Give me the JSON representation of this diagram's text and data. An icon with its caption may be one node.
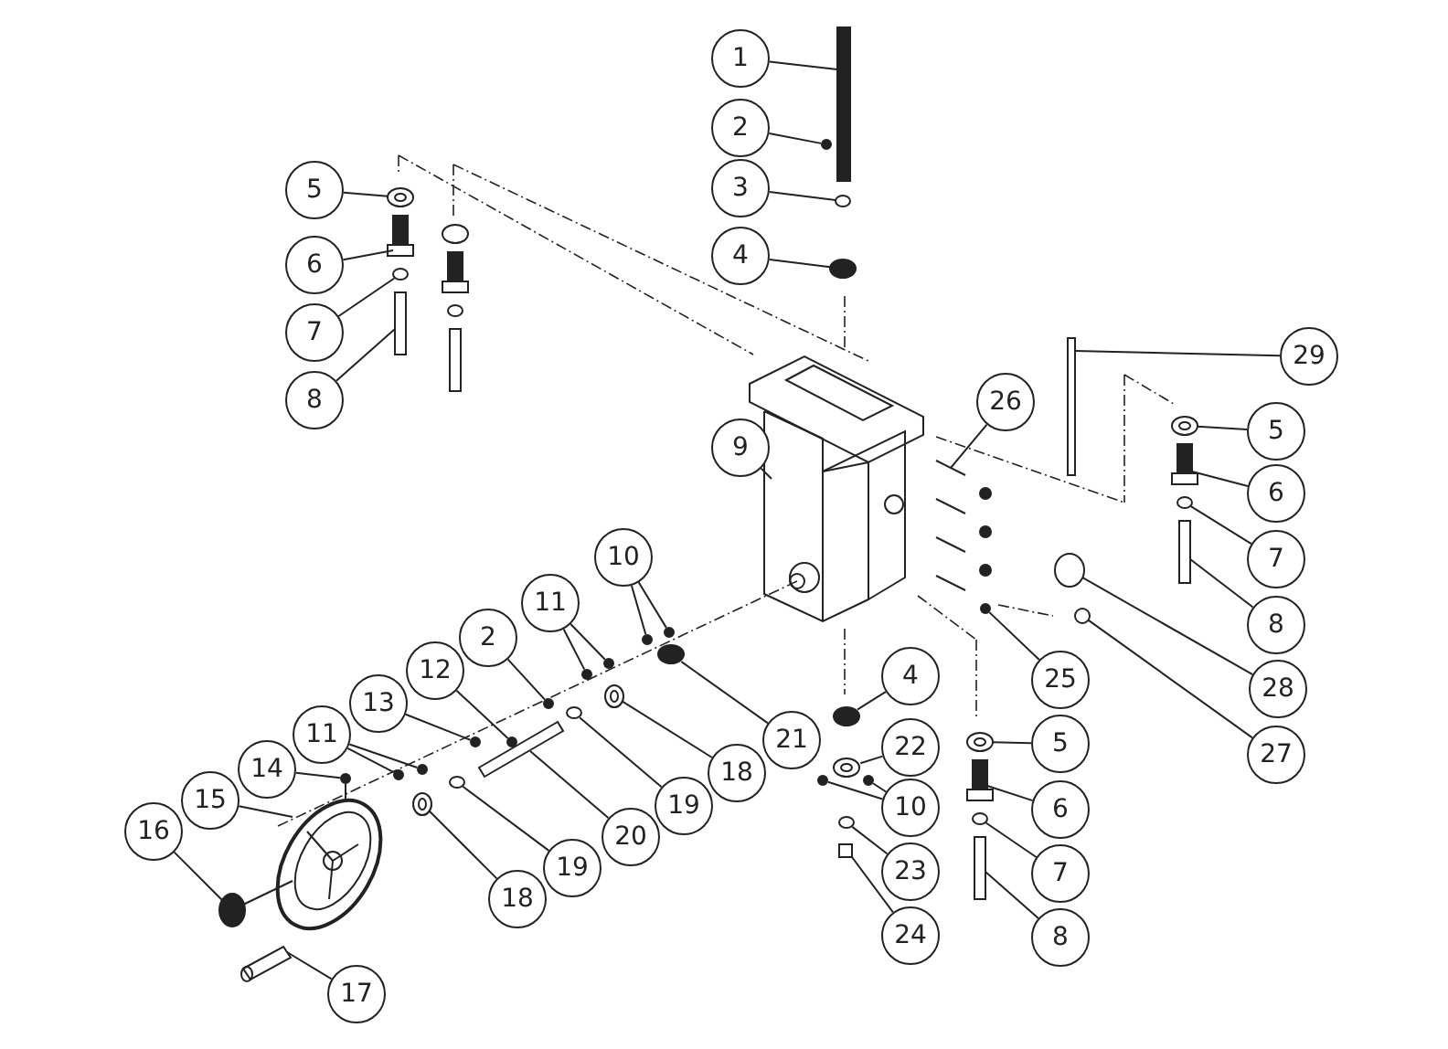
{
  "diagram": {
    "nodes": [
      {
        "text": [
          "1"
        ]
      },
      {
        "text": [
          "2"
        ]
      },
      {
        "text": [
          "3"
        ]
      },
      {
        "text": [
          "4"
        ]
      },
      {
        "text": [
          "5"
        ]
      },
      {
        "text": [
          "6"
        ]
      },
      {
        "text": [
          "7"
        ]
      },
      {
        "text": [
          "8"
        ]
      },
      {
        "text": [
          "9"
        ]
      },
      {
        "text": [
          "29"
        ]
      },
      {
        "text": [
          "26"
        ]
      },
      {
        "text": [
          "5"
        ]
      },
      {
        "text": [
          "6"
        ]
      },
      {
        "text": [
          "7"
        ]
      },
      {
        "text": [
          "8"
        ]
      },
      {
        "text": [
          "10"
        ]
      },
      {
        "text": [
          "11"
        ]
      },
      {
        "text": [
          "2"
        ]
      },
      {
        "text": [
          "12"
        ]
      },
      {
        "text": [
          "13"
        ]
      },
      {
        "text": [
          "11"
        ]
      },
      {
        "text": [
          "14"
        ]
      },
      {
        "text": [
          "15"
        ]
      },
      {
        "text": [
          "16"
        ]
      },
      {
        "text": [
          "17"
        ]
      },
      {
        "text": [
          "21"
        ]
      },
      {
        "text": [
          "18"
        ]
      },
      {
        "text": [
          "19"
        ]
      },
      {
        "text": [
          "20"
        ]
      },
      {
        "text": [
          "18"
        ]
      },
      {
        "text": [
          "19"
        ]
      },
      {
        "text": [
          "4"
        ]
      },
      {
        "text": [
          "22"
        ]
      },
      {
        "text": [
          "10"
        ]
      },
      {
        "text": [
          "5"
        ]
      },
      {
        "text": [
          "6"
        ]
      },
      {
        "text": [
          "23"
        ]
      },
      {
        "text": [
          "7"
        ]
      },
      {
        "text": [
          "24"
        ]
      },
      {
        "text": [
          "8"
        ]
      },
      {
        "text": [
          "25"
        ]
      },
      {
        "text": [
          "28"
        ]
      },
      {
        "text": [
          "27"
        ]
      },
      {
        "text": [],
        "shape": "bar"
      },
      {
        "text": [],
        "shape": "circle"
      },
      {
        "text": [],
        "shape": "circle"
      },
      {
        "text": [],
        "shape": "circle"
      },
      {
        "text": [],
        "shape": "picture"
      },
      {
        "text": [],
        "shape": "picture"
      },
      {
        "text": [],
        "shape": "circle"
      },
      {
        "text": [],
        "shape": "bar"
      },
      {
        "text": [],
        "shape": "picture"
      },
      {
        "text": [],
        "shape": "bar"
      },
      {
        "text": [],
        "shape": "picture"
      },
      {
        "text": [],
        "shape": "picture"
      },
      {
        "text": [],
        "shape": "picture"
      },
      {
        "text": [],
        "shape": "circle"
      },
      {
        "text": [],
        "shape": "bar"
      },
      {
        "text": [],
        "shape": "circle"
      },
      {
        "text": [],
        "shape": "circle"
      },
      {
        "text": [],
        "shape": "circle"
      },
      {
        "text": [],
        "shape": "circle"
      },
      {
        "text": [],
        "shape": "circle"
      },
      {
        "text": [],
        "shape": "circle"
      },
      {
        "text": [],
        "shape": "circle"
      },
      {
        "text": [],
        "shape": "circle"
      },
      {
        "text": [],
        "shape": "circle"
      },
      {
        "text": [],
        "shape": "picture"
      },
      {
        "text": [],
        "shape": "picture"
      },
      {
        "text": [],
        "shape": "picture"
      },
      {
        "text": [],
        "shape": "picture"
      },
      {
        "text": [],
        "shape": "circle"
      },
      {
        "text": [],
        "shape": "picture"
      },
      {
        "text": [],
        "shape": "circle"
      },
      {
        "text": [],
        "shape": "picture"
      },
      {
        "text": [],
        "shape": "picture"
      },
      {
        "text": [],
        "shape": "circle"
      },
      {
        "text": [],
        "shape": "circle"
      },
      {
        "text": [],
        "shape": "picture"
      },
      {
        "text": [],
        "shape": "circle"
      },
      {
        "text": [],
        "shape": "circle"
      },
      {
        "text": [],
        "shape": "picture"
      },
      {
        "text": [],
        "shape": "picture"
      },
      {
        "text": [],
        "shape": "circle"
      },
      {
        "text": [],
        "shape": "circle"
      },
      {
        "text": [],
        "shape": "box"
      },
      {
        "text": [],
        "shape": "bar"
      },
      {
        "text": [],
        "shape": "circle"
      },
      {
        "text": [],
        "shape": "circle"
      },
      {
        "text": [],
        "shape": "circle"
      }
    ],
    "edges": [
      {
        "from": 0,
        "to": 43,
        "arrow": "none"
      },
      {
        "from": 1,
        "to": 44,
        "arrow": "none"
      },
      {
        "from": 2,
        "to": 45,
        "arrow": "none"
      },
      {
        "from": 3,
        "to": 46,
        "arrow": "none"
      },
      {
        "from": 4,
        "to": 47,
        "arrow": "none"
      },
      {
        "from": 5,
        "to": 48,
        "arrow": "none"
      },
      {
        "from": 6,
        "to": 49,
        "arrow": "none"
      },
      {
        "from": 7,
        "to": 50,
        "arrow": "none"
      },
      {
        "from": 8,
        "to": 51,
        "arrow": "none"
      },
      {
        "from": 9,
        "to": 52,
        "arrow": "none"
      },
      {
        "from": 10,
        "to": 53,
        "arrow": "none"
      },
      {
        "from": 11,
        "to": 54,
        "arrow": "none"
      },
      {
        "from": 12,
        "to": 55,
        "arrow": "none"
      },
      {
        "from": 13,
        "to": 56,
        "arrow": "none"
      },
      {
        "from": 14,
        "to": 57,
        "arrow": "none"
      },
      {
        "from": 15,
        "to": 58,
        "arrow": "none"
      },
      {
        "from": 15,
        "to": 59,
        "arrow": "none"
      },
      {
        "from": 16,
        "to": 60,
        "arrow": "none"
      },
      {
        "from": 16,
        "to": 61,
        "arrow": "none"
      },
      {
        "from": 17,
        "to": 62,
        "arrow": "none"
      },
      {
        "from": 18,
        "to": 63,
        "arrow": "none"
      },
      {
        "from": 19,
        "to": 64,
        "arrow": "none"
      },
      {
        "from": 20,
        "to": 65,
        "arrow": "none"
      },
      {
        "from": 20,
        "to": 66,
        "arrow": "none"
      },
      {
        "from": 21,
        "to": 67,
        "arrow": "none"
      },
      {
        "from": 22,
        "to": 68,
        "arrow": "none"
      },
      {
        "from": 23,
        "to": 69,
        "arrow": "none"
      },
      {
        "from": 24,
        "to": 70,
        "arrow": "none"
      },
      {
        "from": 25,
        "to": 71,
        "arrow": "none"
      },
      {
        "from": 26,
        "to": 72,
        "arrow": "none"
      },
      {
        "from": 27,
        "to": 73,
        "arrow": "none"
      },
      {
        "from": 28,
        "to": 74,
        "arrow": "none"
      },
      {
        "from": 29,
        "to": 75,
        "arrow": "none"
      },
      {
        "from": 30,
        "to": 76,
        "arrow": "none"
      },
      {
        "from": 31,
        "to": 77,
        "arrow": "none"
      },
      {
        "from": 32,
        "to": 78,
        "arrow": "none"
      },
      {
        "from": 33,
        "to": 79,
        "arrow": "none"
      },
      {
        "from": 33,
        "to": 80,
        "arrow": "none"
      },
      {
        "from": 34,
        "to": 81,
        "arrow": "none"
      },
      {
        "from": 35,
        "to": 82,
        "arrow": "none"
      },
      {
        "from": 36,
        "to": 83,
        "arrow": "none"
      },
      {
        "from": 37,
        "to": 84,
        "arrow": "none"
      },
      {
        "from": 38,
        "to": 85,
        "arrow": "none"
      },
      {
        "from": 39,
        "to": 86,
        "arrow": "none"
      },
      {
        "from": 40,
        "to": 87,
        "arrow": "none"
      },
      {
        "from": 41,
        "to": 88,
        "arrow": "none"
      },
      {
        "from": 42,
        "to": 89,
        "arrow": "none"
      }
    ]
  }
}
